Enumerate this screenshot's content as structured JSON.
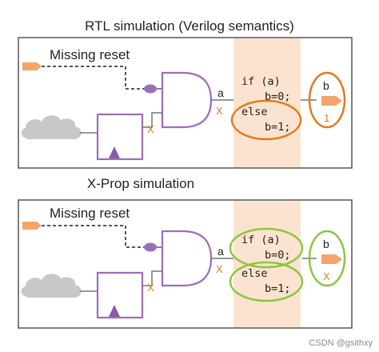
{
  "titles": {
    "top": "RTL simulation (Verilog semantics)",
    "bottom": "X-Prop simulation"
  },
  "panels": [
    {
      "missing_reset_label": "Missing reset",
      "flop_output_value": "X",
      "gate_input_label": "a",
      "gate_output_value": "X",
      "code_lines": [
        "if (a)",
        "b=0;",
        "else",
        "b=1;"
      ],
      "result_label": "b",
      "result_value": "1"
    },
    {
      "missing_reset_label": "Missing reset",
      "flop_output_value": "X",
      "gate_input_label": "a",
      "gate_output_value": "X",
      "code_lines": [
        "if (a)",
        "b=0;",
        "else",
        "b=1;"
      ],
      "result_label": "b",
      "result_value": "X"
    }
  ],
  "watermark": "CSDN @gsithxy",
  "colors": {
    "panel_border": "#555555",
    "gate_stroke": "#9b6fb8",
    "flop_stroke": "#9b6fb8",
    "flop_clock": "#8a5aa8",
    "arrow_fill": "#f4a36b",
    "code_bg": "#fbe3cf",
    "highlight_rtl": "#e07b1f",
    "highlight_xprop": "#8cc63f",
    "cloud": "#c8c8c8",
    "x_value": "#e07b1f"
  }
}
